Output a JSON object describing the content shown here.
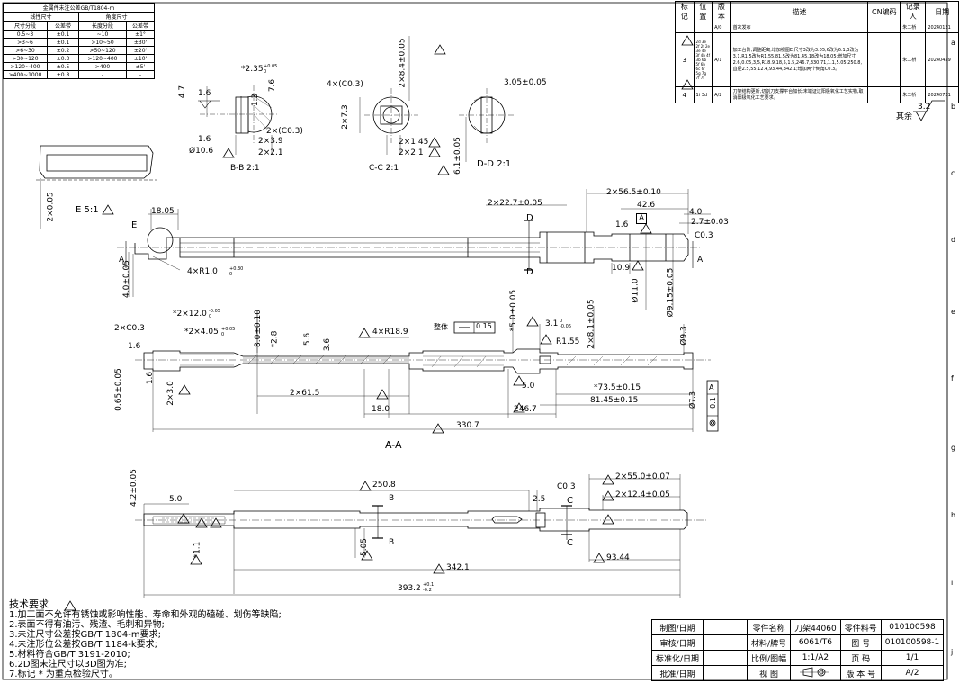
{
  "tolerance_table": {
    "title": "金属件未注公差GB/T1804-m",
    "linear_header": "线性尺寸",
    "angle_header": "角度尺寸",
    "cols": [
      "尺寸分段",
      "公差带",
      "长度分段",
      "公差带"
    ],
    "rows": [
      [
        "0.5~3",
        "±0.1",
        "~10",
        "±1°"
      ],
      [
        ">3~6",
        "±0.1",
        ">10~50",
        "±30'"
      ],
      [
        ">6~30",
        "±0.2",
        ">50~120",
        "±20'"
      ],
      [
        ">30~120",
        "±0.3",
        ">120~400",
        "±10'"
      ],
      [
        ">120~400",
        "±0.5",
        ">400",
        "±5'"
      ],
      [
        ">400~1000",
        "±0.8",
        "-",
        "-"
      ]
    ]
  },
  "revision_table": {
    "headers": [
      "标记",
      "位置",
      "版本",
      "描述",
      "CN编码",
      "记录人",
      "日期"
    ],
    "rows": [
      {
        "mark": "",
        "pos": "",
        "ver": "A/0",
        "desc": "首次发布",
        "cn": "",
        "rec": "朱二桥",
        "date": "20240131"
      },
      {
        "mark": "3",
        "pos": "2d 3e 2f 2f 2e 3e 4e 3f 4b 4f 3b 6b 5f 6b 6c 6f 5g 7g 7f 7f",
        "ver": "A/1",
        "desc": "加工台阶,调整距离,增加视图E;尺寸3改为3.05,6改为6.1,3改为3.1,R1.5改为R1.55,81.5改为81.45,18改为18.05;增加尺寸2.6,0.05,3,5,R18.9,18,5,1.5,246.7,330.71,1.1,5.05,250.8,直径2.5,55,12.4,93.44,342.1;增加两个倒角C0.3。",
        "cn": "",
        "rec": "朱二桥",
        "date": "20240429"
      },
      {
        "mark": "4",
        "pos": "1i 3d",
        "ver": "A/2",
        "desc": "刀架结构更新,切割刀支撑平台加长;末端证过阳极氧化工艺实物,取消阳极氧化工艺要求。",
        "cn": "",
        "rec": "朱二桥",
        "date": "20240731"
      }
    ]
  },
  "roughness": {
    "value": "3.2",
    "rest": "其余"
  },
  "border": {
    "letters": [
      "a",
      "b",
      "c",
      "d",
      "e",
      "f",
      "g",
      "h",
      "i",
      "j"
    ]
  },
  "views": {
    "bb": {
      "label": "B-B 2:1",
      "d1": "*2.35",
      "d1tol": "+0.05 0",
      "d2": "1.6",
      "d3": "7.6",
      "d4": "4.7",
      "d4tol": "+0.07 0",
      "d5": "1.3",
      "d5tol": "+0.12 0",
      "d6": "1.6",
      "d7": "2×(C0.3)",
      "d8": "2×3.9",
      "d9": "2×2.1",
      "d10": "Ø10.6"
    },
    "cc": {
      "label": "C-C 2:1",
      "d1": "4×(C0.3)",
      "d2": "2×8.4±0.05",
      "d3": "2×7.3",
      "d4": "2×1.45",
      "d5": "2×2.1"
    },
    "dd": {
      "label": "D-D 2:1",
      "d1": "3.05±0.05",
      "d2": "6.1±0.05"
    },
    "e": {
      "label": "E 5:1",
      "d1": "2×0.05"
    },
    "top": {
      "e_mark": "E",
      "d1": "18.05",
      "d2": "4×R1.0",
      "d2tol": "+0.30 0",
      "d3": "4.0±0.05",
      "d4": "2×22.7±0.05",
      "d5": "2×56.5±0.10",
      "d6": "42.6",
      "d7": "4.0",
      "d8": "2.7±0.03",
      "d9": "C0.3",
      "d10": "1.6",
      "d11": "10.9",
      "d12": "Ø11.0",
      "d12tol": "-0.1 -0.2",
      "d13": "Ø9.15±0.05",
      "datum": "A",
      "sec": "A",
      "secd": "D"
    },
    "aa": {
      "label": "A-A",
      "d1": "2×C0.3",
      "d2": "*2×12.0",
      "d2tol": "-0.05 0",
      "d3": "*2×4.05",
      "d3tol": "+0.05 0",
      "d4": "8.0±0.10",
      "d5": "*2.8",
      "d5tol": "-0.1 0",
      "d6": "5.6",
      "d7": "3.6",
      "d8": "4×R18.9",
      "d9": "整体",
      "d10": "0.15",
      "d11": "*5.0±0.05",
      "d12": "3.1",
      "d12tol": "0 -0.06",
      "d13": "2×8.1±0.05",
      "d14": "R1.55",
      "d15": "Ø9.3",
      "d16": "1.6",
      "d17": "0.65±0.05",
      "d18": "1.6",
      "d19": "2×3.0",
      "d20": "2×61.5",
      "d21": "18.0",
      "d22": "246.7",
      "d23": "330.7",
      "d24": "5.0",
      "d25": "*73.5±0.15",
      "d26": "81.45±0.15",
      "d27": "Ø7.3",
      "d27tol": "0 -0.05",
      "d28": "0.1",
      "d29": "A"
    },
    "bottom": {
      "d1": "4.2±0.05",
      "d2": "5.0",
      "d3": "250.8",
      "d4": "B",
      "d5": "5.05",
      "d6": "*1.1",
      "d6tol": "+0.15 0",
      "d7": "342.1",
      "d8": "393.2",
      "d8tol": "+0.1 -0.2",
      "d9": "C0.3",
      "d10": "2.5",
      "d11": "C",
      "d12": "2×55.0±0.07",
      "d13": "2×12.4±0.05",
      "d14": "93.44"
    }
  },
  "notes": {
    "title": "技术要求",
    "items": [
      "1.加工面不允许有锈蚀或影响性能、寿命和外观的磕碰、划伤等缺陷;",
      "2.表面不得有油污、残渣、毛刺和异物;",
      "3.未注尺寸公差按GB/T 1804-m要求;",
      "4.未注形位公差按GB/T 1184-k要求;",
      "5.材料符合GB/T 3191-2010;",
      "6.2D图未注尺寸以3D图为准;",
      "7.标记 * 为重点检验尺寸。"
    ]
  },
  "title_block": {
    "drawn": "制图/日期",
    "review": "审核/日期",
    "std": "标准化/日期",
    "approve": "批准/日期",
    "part_name_label": "零件名称",
    "part_name": "刀架44060",
    "part_no_label": "零件料号",
    "part_no": "010100598",
    "material_label": "材料/牌号",
    "material": "6061/T6",
    "drawing_no_label": "图 号",
    "drawing_no": "010100598-1",
    "scale_label": "比例/图幅",
    "scale": "1:1/A2",
    "page_label": "页 码",
    "page": "1/1",
    "view_label": "视 图",
    "version_label": "版 本 号",
    "version": "A/2"
  }
}
